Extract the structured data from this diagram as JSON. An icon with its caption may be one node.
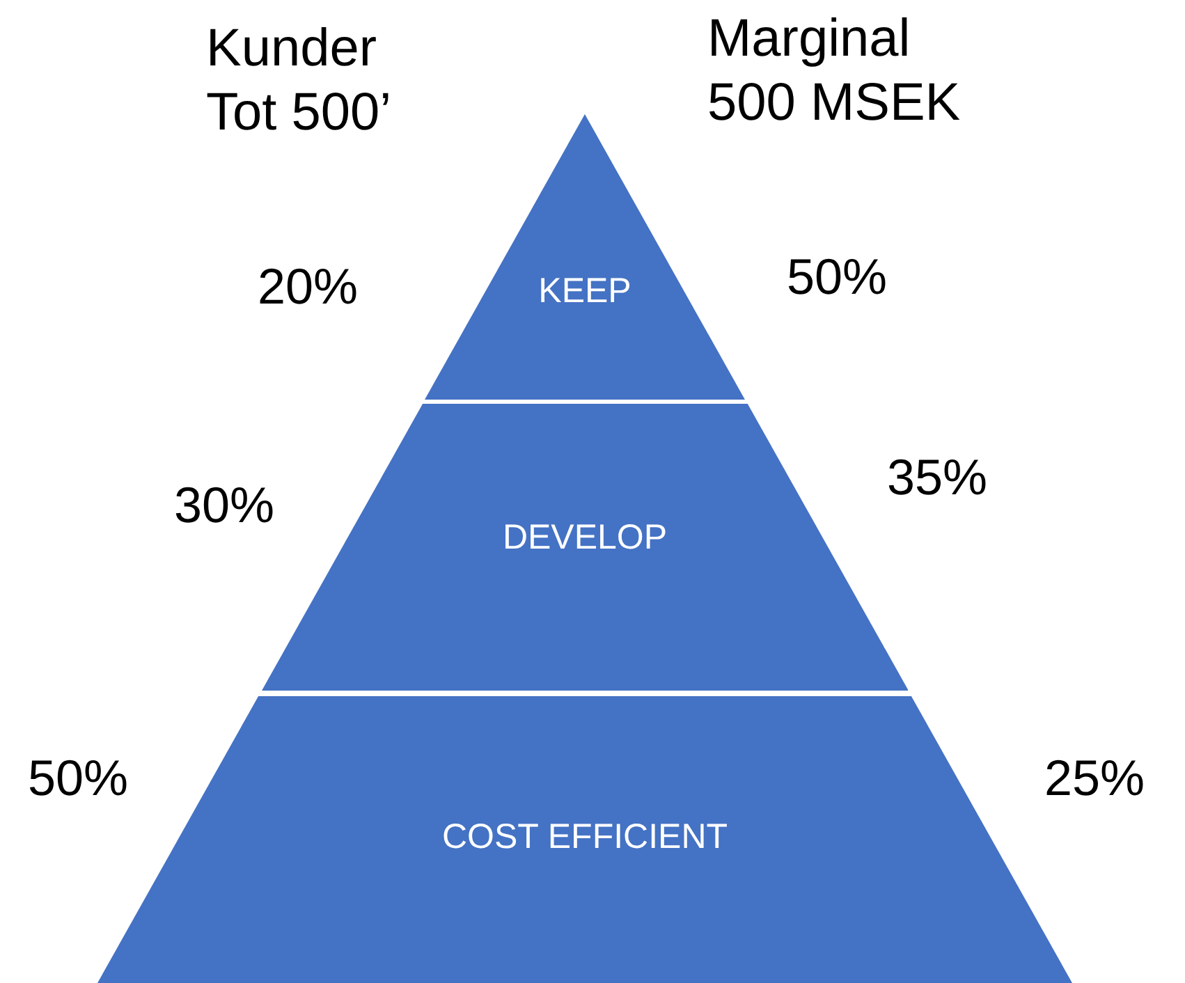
{
  "diagram": {
    "nodes": [
      {
        "text": [
          "KEEP"
        ],
        "beside": [
          "20%",
          "50%"
        ]
      },
      {
        "text": [
          "DEVELOP"
        ],
        "beside": [
          "30%",
          "35%"
        ]
      },
      {
        "text": [
          "COST EFFICIENT"
        ],
        "beside": [
          "50%",
          "25%"
        ]
      }
    ],
    "labels": [
      "Kunder Tot 500’",
      "Marginal 500 MSEK"
    ]
  }
}
